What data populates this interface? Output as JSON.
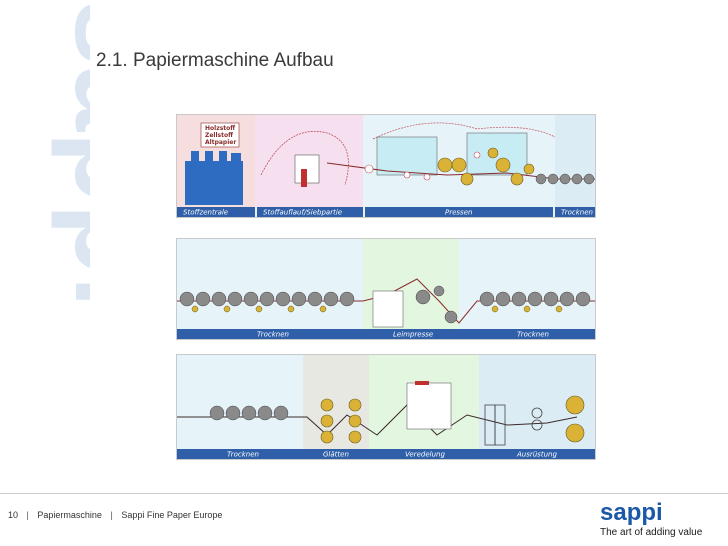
{
  "slide": {
    "watermark": "sappi",
    "title": "2.1. Papiermaschine Aufbau"
  },
  "panel1": {
    "box": [
      "Holzstoff",
      "Zellstoff",
      "Altpapier"
    ],
    "labels": [
      "Stoffzentrale",
      "Stoffauflauf/Siebpartie",
      "Pressen",
      "Trocknen"
    ]
  },
  "panel2": {
    "labels": [
      "Trocknen",
      "Leimpresse",
      "Trocknen"
    ]
  },
  "panel3": {
    "labels": [
      "Trocknen",
      "Glätten",
      "Veredelung",
      "Ausrüstung"
    ]
  },
  "footer": {
    "page_number": "10",
    "separator": "|",
    "section": "Papiermaschine",
    "company": "Sappi Fine Paper Europe"
  },
  "brand": {
    "logo": "sappi",
    "tagline": "The art of adding value",
    "color": "#1c58a8"
  }
}
